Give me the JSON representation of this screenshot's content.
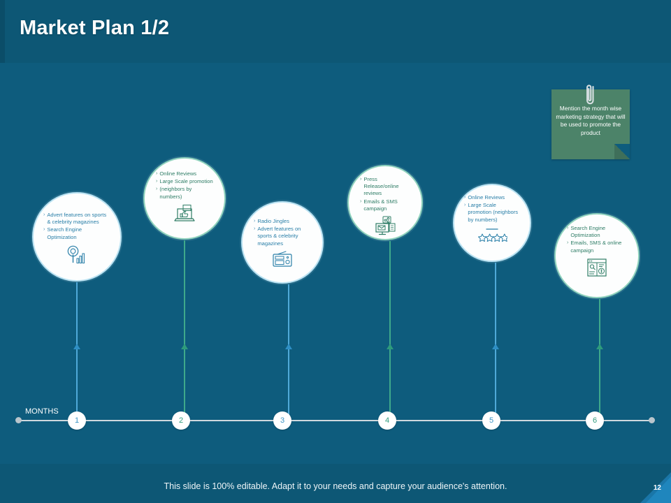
{
  "header": {
    "title": "Market Plan 1/2"
  },
  "sticky_note": {
    "icon": "paperclip-icon",
    "text": "Mention the month wise marketing strategy that will be used to promote the product",
    "bg_color": "#4c8369"
  },
  "colors": {
    "background": "#0e5c7d",
    "header_band": "#0d5775",
    "blue_accent": "#4fa9d8",
    "green_accent": "#3fa98b",
    "bubble_fill": "#fdfefe",
    "note_green": "#4c8369",
    "timeline": "#cfd9de"
  },
  "bubbles": [
    {
      "id": 1,
      "accent": "blue",
      "icon": "seo-magnifier-chart-icon",
      "bullets": [
        "Advert features on sports & celebrity magazines",
        "Search Engine Optimization"
      ]
    },
    {
      "id": 2,
      "accent": "green",
      "icon": "laptop-thumbs-up-icon",
      "bullets": [
        "Online Reviews",
        "Large Scale promotion",
        "(neighbors by numbers)"
      ]
    },
    {
      "id": 3,
      "accent": "blue",
      "icon": "radio-icon",
      "bullets": [
        "Radio Jingles",
        "Advert features on sports & celebrity magazines"
      ]
    },
    {
      "id": 4,
      "accent": "green",
      "icon": "email-share-monitor-icon",
      "bullets": [
        "Press Release/online reviews",
        "Emails & SMS campaign"
      ]
    },
    {
      "id": 5,
      "accent": "blue",
      "icon": "star-rating-icon",
      "bullets": [
        "Online Reviews",
        "Large Scale promotion (neighbors by numbers)"
      ]
    },
    {
      "id": 6,
      "accent": "green",
      "icon": "browser-seo-icon",
      "bullets": [
        "Search Engine Optimization",
        "Emails, SMS & online campaign"
      ]
    }
  ],
  "timeline": {
    "axis_label": "MONTHS",
    "nodes": [
      {
        "label": "1",
        "accent": "blue"
      },
      {
        "label": "2",
        "accent": "green"
      },
      {
        "label": "3",
        "accent": "blue"
      },
      {
        "label": "4",
        "accent": "green"
      },
      {
        "label": "5",
        "accent": "blue"
      },
      {
        "label": "6",
        "accent": "green"
      }
    ]
  },
  "footer": {
    "text": "This slide is 100% editable. Adapt it to your needs and capture your audience's attention.",
    "page_number": "12"
  }
}
